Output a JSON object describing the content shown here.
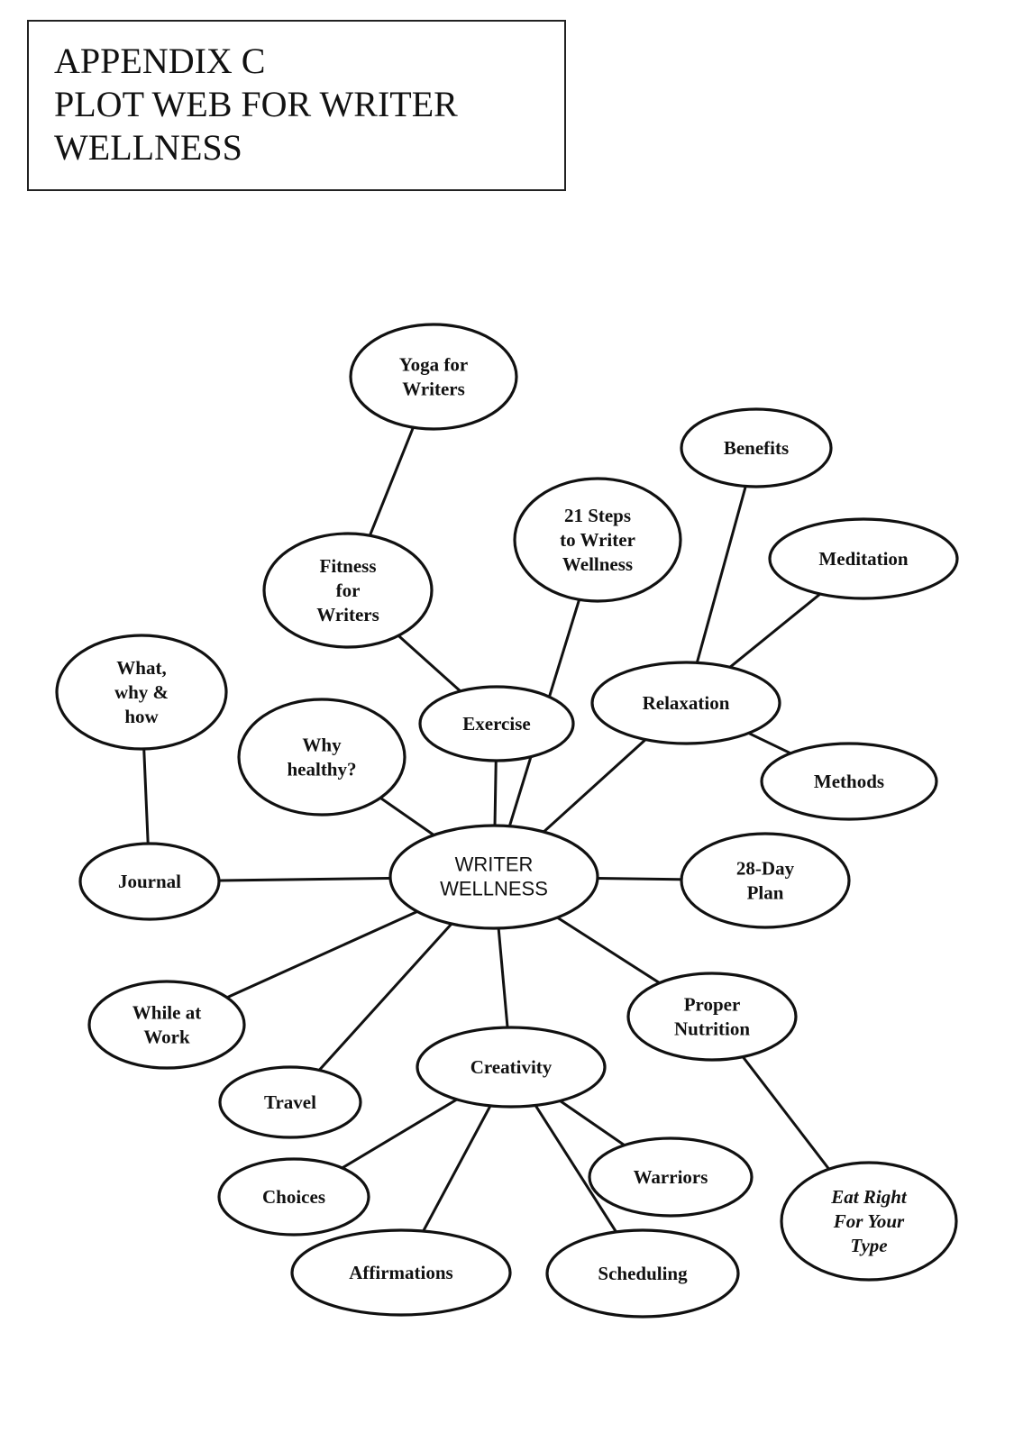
{
  "title": {
    "lines": [
      "APPENDIX C",
      "PLOT WEB FOR WRITER",
      "WELLNESS"
    ]
  },
  "diagram": {
    "nodes": [
      {
        "id": "center",
        "lines": [
          "WRITER",
          "WELLNESS"
        ]
      },
      {
        "id": "yoga",
        "lines": [
          "Yoga for",
          "Writers"
        ]
      },
      {
        "id": "fitness",
        "lines": [
          "Fitness",
          "for",
          "Writers"
        ]
      },
      {
        "id": "exercise",
        "lines": [
          "Exercise"
        ]
      },
      {
        "id": "steps",
        "lines": [
          "21 Steps",
          "to Writer",
          "Wellness"
        ]
      },
      {
        "id": "benefits",
        "lines": [
          "Benefits"
        ]
      },
      {
        "id": "meditation",
        "lines": [
          "Meditation"
        ]
      },
      {
        "id": "relaxation",
        "lines": [
          "Relaxation"
        ]
      },
      {
        "id": "methods",
        "lines": [
          "Methods"
        ]
      },
      {
        "id": "whatwhy",
        "lines": [
          "What,",
          "why &",
          "how"
        ]
      },
      {
        "id": "whyhealthy",
        "lines": [
          "Why",
          "healthy?"
        ]
      },
      {
        "id": "journal",
        "lines": [
          "Journal"
        ]
      },
      {
        "id": "plan",
        "lines": [
          "28-Day",
          "Plan"
        ]
      },
      {
        "id": "work",
        "lines": [
          "While at",
          "Work"
        ]
      },
      {
        "id": "travel",
        "lines": [
          "Travel"
        ]
      },
      {
        "id": "creativity",
        "lines": [
          "Creativity"
        ]
      },
      {
        "id": "nutrition",
        "lines": [
          "Proper",
          "Nutrition"
        ]
      },
      {
        "id": "choices",
        "lines": [
          "Choices"
        ]
      },
      {
        "id": "affirmations",
        "lines": [
          "Affirmations"
        ]
      },
      {
        "id": "scheduling",
        "lines": [
          "Scheduling"
        ]
      },
      {
        "id": "warriors",
        "lines": [
          "Warriors"
        ]
      },
      {
        "id": "eatright",
        "lines": [
          "Eat Right",
          "For Your",
          "Type"
        ],
        "italic": true
      }
    ],
    "edges": [
      [
        "yoga",
        "fitness"
      ],
      [
        "fitness",
        "exercise"
      ],
      [
        "exercise",
        "center"
      ],
      [
        "steps",
        "center"
      ],
      [
        "benefits",
        "relaxation"
      ],
      [
        "meditation",
        "relaxation"
      ],
      [
        "relaxation",
        "methods"
      ],
      [
        "relaxation",
        "center"
      ],
      [
        "whatwhy",
        "journal"
      ],
      [
        "journal",
        "center"
      ],
      [
        "whyhealthy",
        "center"
      ],
      [
        "center",
        "plan"
      ],
      [
        "center",
        "work"
      ],
      [
        "center",
        "travel"
      ],
      [
        "center",
        "creativity"
      ],
      [
        "center",
        "nutrition"
      ],
      [
        "nutrition",
        "eatright"
      ],
      [
        "creativity",
        "choices"
      ],
      [
        "creativity",
        "affirmations"
      ],
      [
        "creativity",
        "scheduling"
      ],
      [
        "creativity",
        "warriors"
      ]
    ]
  }
}
